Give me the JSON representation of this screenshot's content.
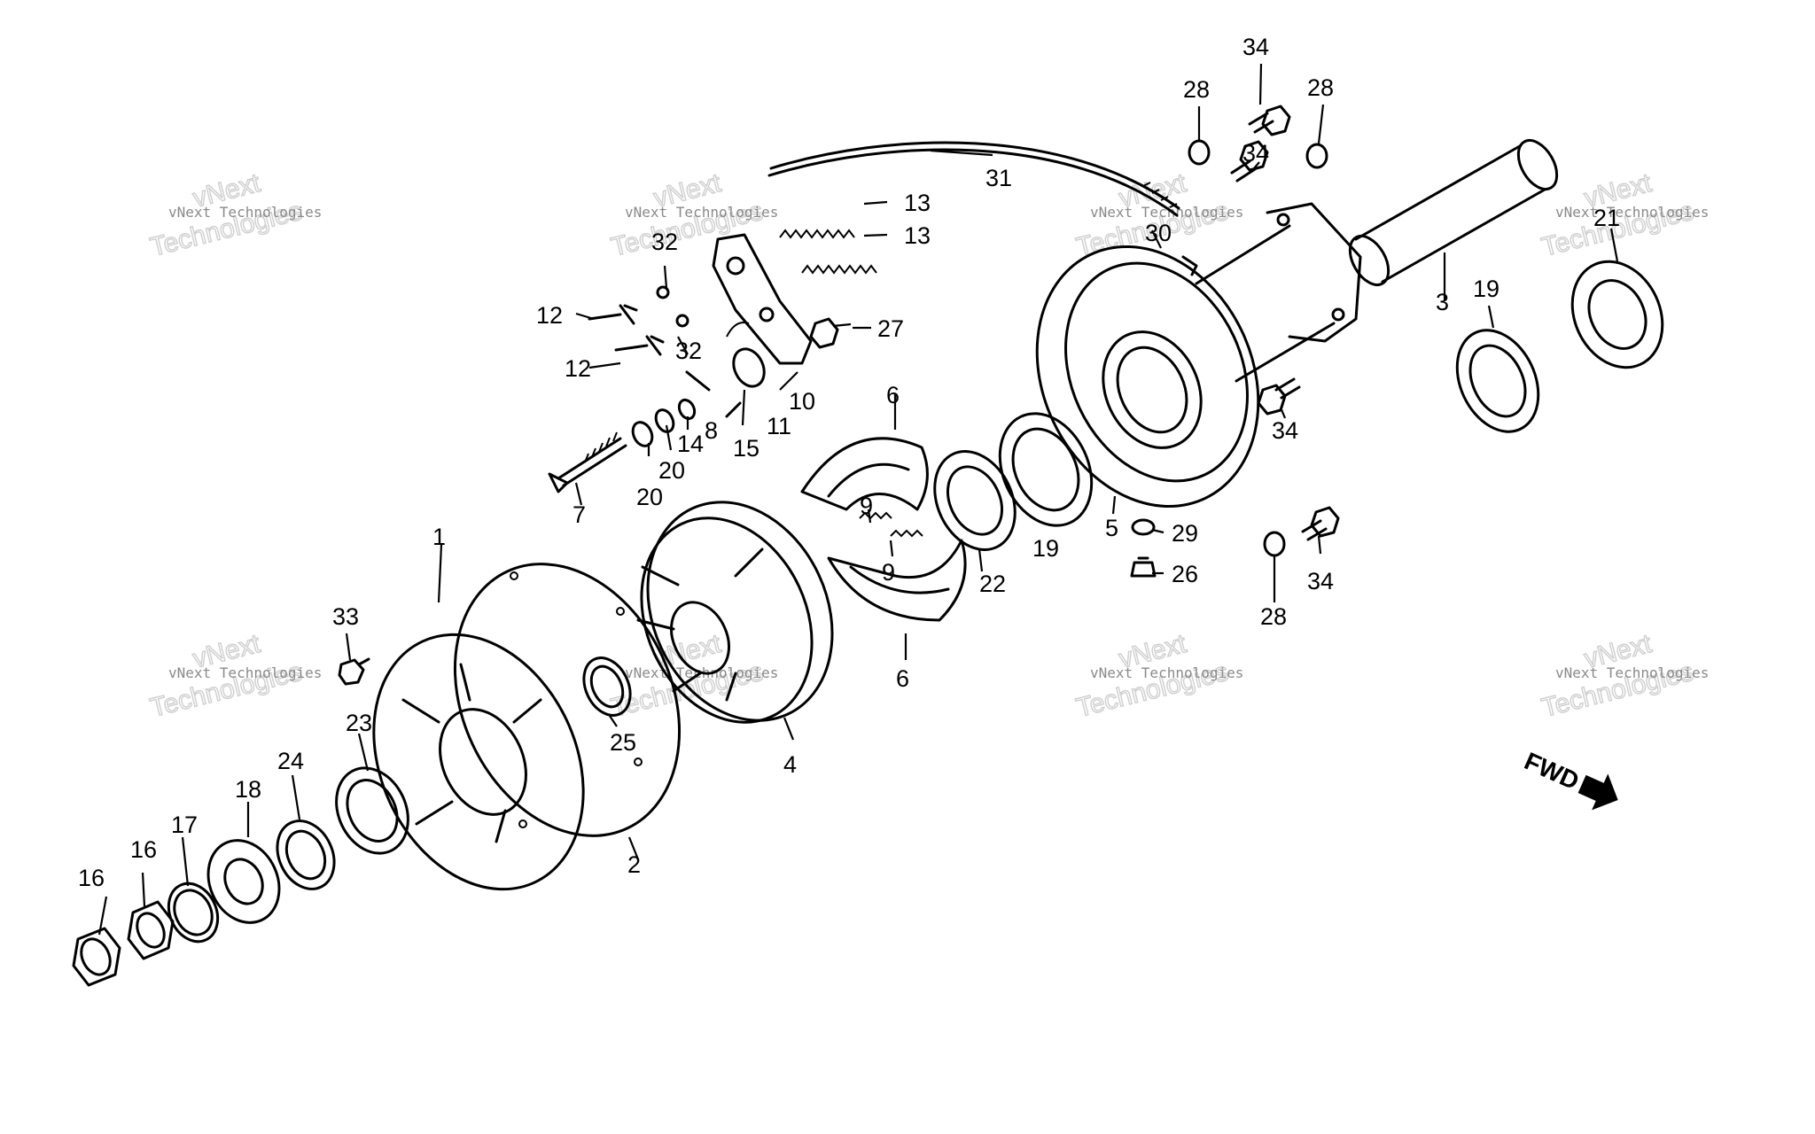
{
  "diagram": {
    "type": "exploded-parts-diagram",
    "direction_label": "FWD",
    "watermark": {
      "line1": "vNext Technologies",
      "line2": "vNext",
      "line3": "Technologies"
    },
    "callouts": [
      "1",
      "2",
      "3",
      "4",
      "5",
      "6",
      "6",
      "7",
      "8",
      "9",
      "9",
      "10",
      "11",
      "12",
      "12",
      "13",
      "13",
      "14",
      "15",
      "16",
      "16",
      "17",
      "18",
      "19",
      "19",
      "20",
      "20",
      "21",
      "22",
      "23",
      "24",
      "25",
      "26",
      "27",
      "28",
      "28",
      "28",
      "29",
      "30",
      "31",
      "32",
      "32",
      "33",
      "34",
      "34",
      "34",
      "34"
    ]
  }
}
